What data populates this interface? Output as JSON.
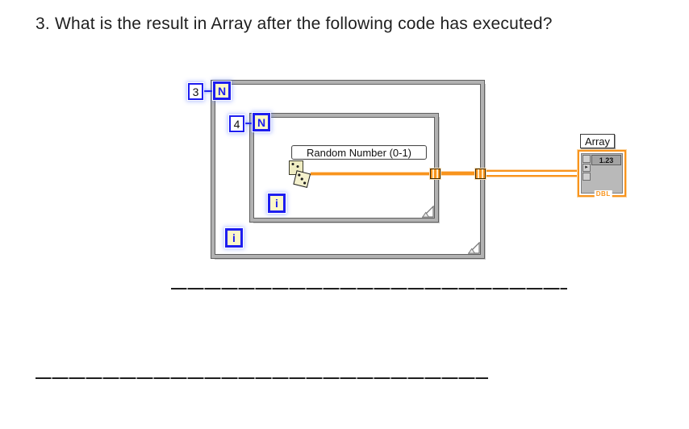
{
  "question": {
    "text": "3. What is the result in Array after the following code has executed?"
  },
  "diagram": {
    "outer_loop": {
      "count": "3",
      "count_terminal": "N",
      "iteration_terminal": "i"
    },
    "inner_loop": {
      "count": "4",
      "count_terminal": "N",
      "iteration_terminal": "i",
      "function_label": "Random Number (0-1)"
    },
    "array_indicator": {
      "label": "Array",
      "element_value": "1.23",
      "type_text": "DBL"
    }
  },
  "colors": {
    "wire_orange": "#f8941d",
    "term_blue": "#1d1df0",
    "term_fill": "#fbf7c8",
    "loop_gray": "#b2b2b2",
    "loop_edge": "#5f5f5f"
  }
}
